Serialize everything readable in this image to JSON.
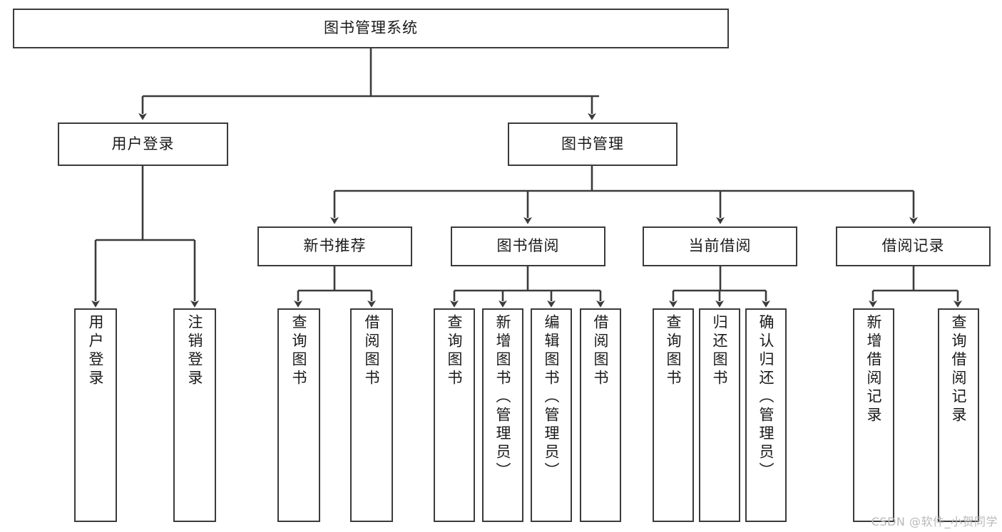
{
  "diagram": {
    "type": "tree",
    "title": "图书管理系统",
    "root": {
      "label": "图书管理系统"
    },
    "level2": [
      {
        "label": "用户登录"
      },
      {
        "label": "图书管理"
      }
    ],
    "level3": [
      {
        "label": "新书推荐"
      },
      {
        "label": "图书借阅"
      },
      {
        "label": "当前借阅"
      },
      {
        "label": "借阅记录"
      }
    ],
    "leaves": {
      "user_login": [
        {
          "label": "用户登录"
        },
        {
          "label": "注销登录"
        }
      ],
      "new_book_recommend": [
        {
          "label": "查询图书"
        },
        {
          "label": "借阅图书"
        }
      ],
      "book_borrow": [
        {
          "label": "查询图书"
        },
        {
          "label": "新增图书（管理员）"
        },
        {
          "label": "编辑图书（管理员）"
        },
        {
          "label": "借阅图书"
        }
      ],
      "current_borrow": [
        {
          "label": "查询图书"
        },
        {
          "label": "归还图书"
        },
        {
          "label": "确认归还（管理员）"
        }
      ],
      "borrow_record": [
        {
          "label": "新增借阅记录"
        },
        {
          "label": "查询借阅记录"
        }
      ]
    }
  },
  "watermark": {
    "text": "CSDN @软件_小贺同学"
  },
  "colors": {
    "stroke": "#3b3b3b",
    "background": "#ffffff",
    "text": "#1a1a1a",
    "watermark": "#b9b9b9"
  }
}
